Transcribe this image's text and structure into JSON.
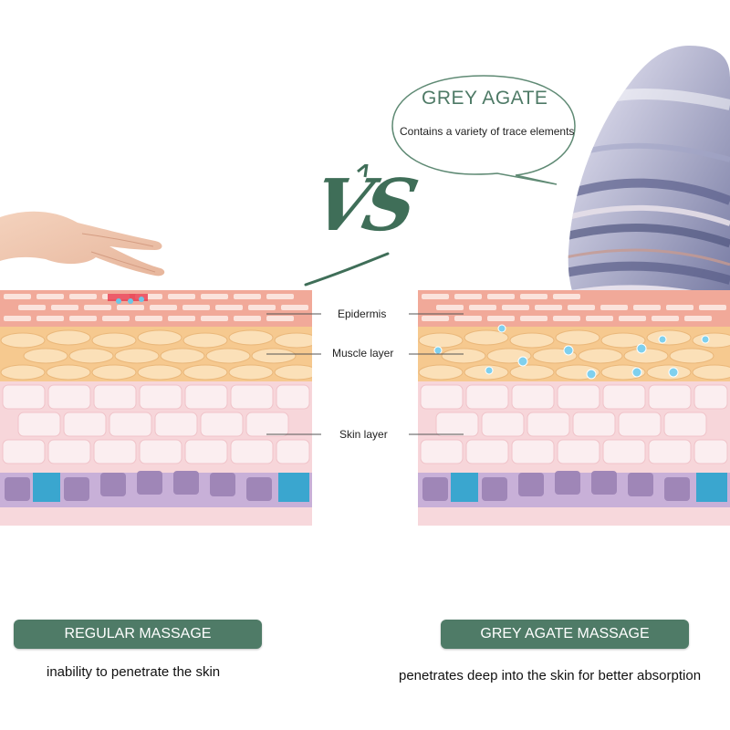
{
  "bubble": {
    "title": "GREY AGATE",
    "subtitle": "Contains a variety of trace elements"
  },
  "vs_text": "VS",
  "layers": {
    "epidermis": "Epidermis",
    "muscle": "Muscle layer",
    "skin": "Skin layer"
  },
  "left": {
    "badge": "REGULAR MASSAGE",
    "caption": "inability to penetrate the skin"
  },
  "right": {
    "badge": "GREY AGATE MASSAGE",
    "caption": "penetrates deep into the skin for better absorption"
  },
  "colors": {
    "accent": "#4f7b67",
    "epidermis": "#f3b8a8",
    "muscle": "#f7d2a0",
    "skin": "#f9dde0",
    "basal_purple": "#b6a0c8",
    "basal_blue": "#3aa6cf"
  }
}
